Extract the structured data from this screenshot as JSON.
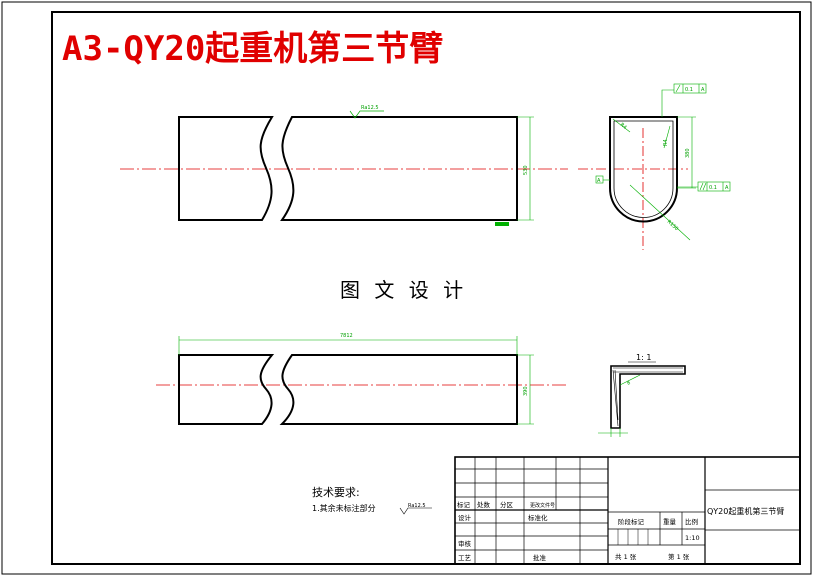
{
  "title": "A3-QY20起重机第三节臂",
  "watermark": "图 文 设 计",
  "colors": {
    "title": "#e00000",
    "center_line": "#e00000",
    "dimension": "#00b000",
    "outline": "#000000"
  },
  "dimensions": {
    "total_length": "7812",
    "side_height_top": "530",
    "side_height_bottom": "390",
    "angle_scale": "1: 1",
    "angle_leg": "8",
    "section_height": "380",
    "section_width": "R150",
    "section_r1": "R4",
    "section_r2": "R4"
  },
  "annotations": {
    "roughness": "Ra12.5",
    "tol_top_value": "0.1",
    "tol_top_datum": "A",
    "tol_parallel_value": "0.1",
    "tol_parallel_datum": "A",
    "datum_label": "A"
  },
  "notes": {
    "heading": "技术要求:",
    "item1": "1.其余未标注部分",
    "item1_roughness": "Ra12.5"
  },
  "title_block": {
    "mark": "标记",
    "count": "处数",
    "zone": "分区",
    "change_doc": "更改文件号",
    "design": "设计",
    "standardize": "标准化",
    "review": "审核",
    "process": "工艺",
    "approve": "批准",
    "stage_mark": "阶段标记",
    "weight": "重量",
    "scale": "比例",
    "scale_value": "1:10",
    "drawing_name": "QY20起重机第三节臂",
    "sheets_total": "共 1 张",
    "sheet_no": "第 1 张"
  }
}
